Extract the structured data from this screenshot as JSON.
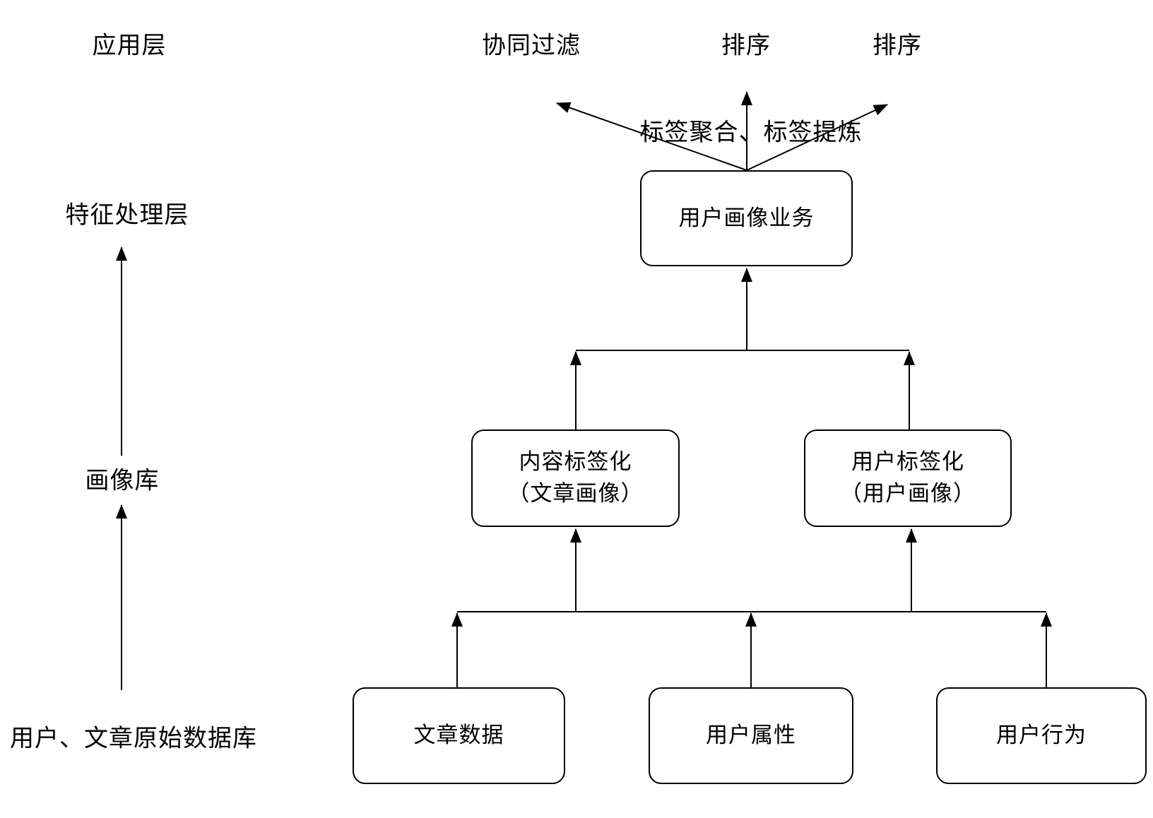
{
  "diagram": {
    "background_color": "#ffffff",
    "stroke_color": "#000000",
    "layer_labels": {
      "application": "应用层",
      "feature_processing": "特征处理层",
      "profile_store": "画像库",
      "raw_database": "用户、文章原始数据库"
    },
    "top_labels": {
      "collaborative_filtering": "协同过滤",
      "ranking_left": "排序",
      "ranking_right": "排序"
    },
    "annotation": "标签聚合、标签提炼",
    "nodes": {
      "user_profile_service": {
        "label": "用户画像业务"
      },
      "content_tagging": {
        "line1": "内容标签化",
        "line2": "（文章画像）"
      },
      "user_tagging": {
        "line1": "用户标签化",
        "line2": "（用户画像）"
      },
      "article_data": {
        "label": "文章数据"
      },
      "user_attributes": {
        "label": "用户属性"
      },
      "user_behavior": {
        "label": "用户行为"
      }
    }
  }
}
